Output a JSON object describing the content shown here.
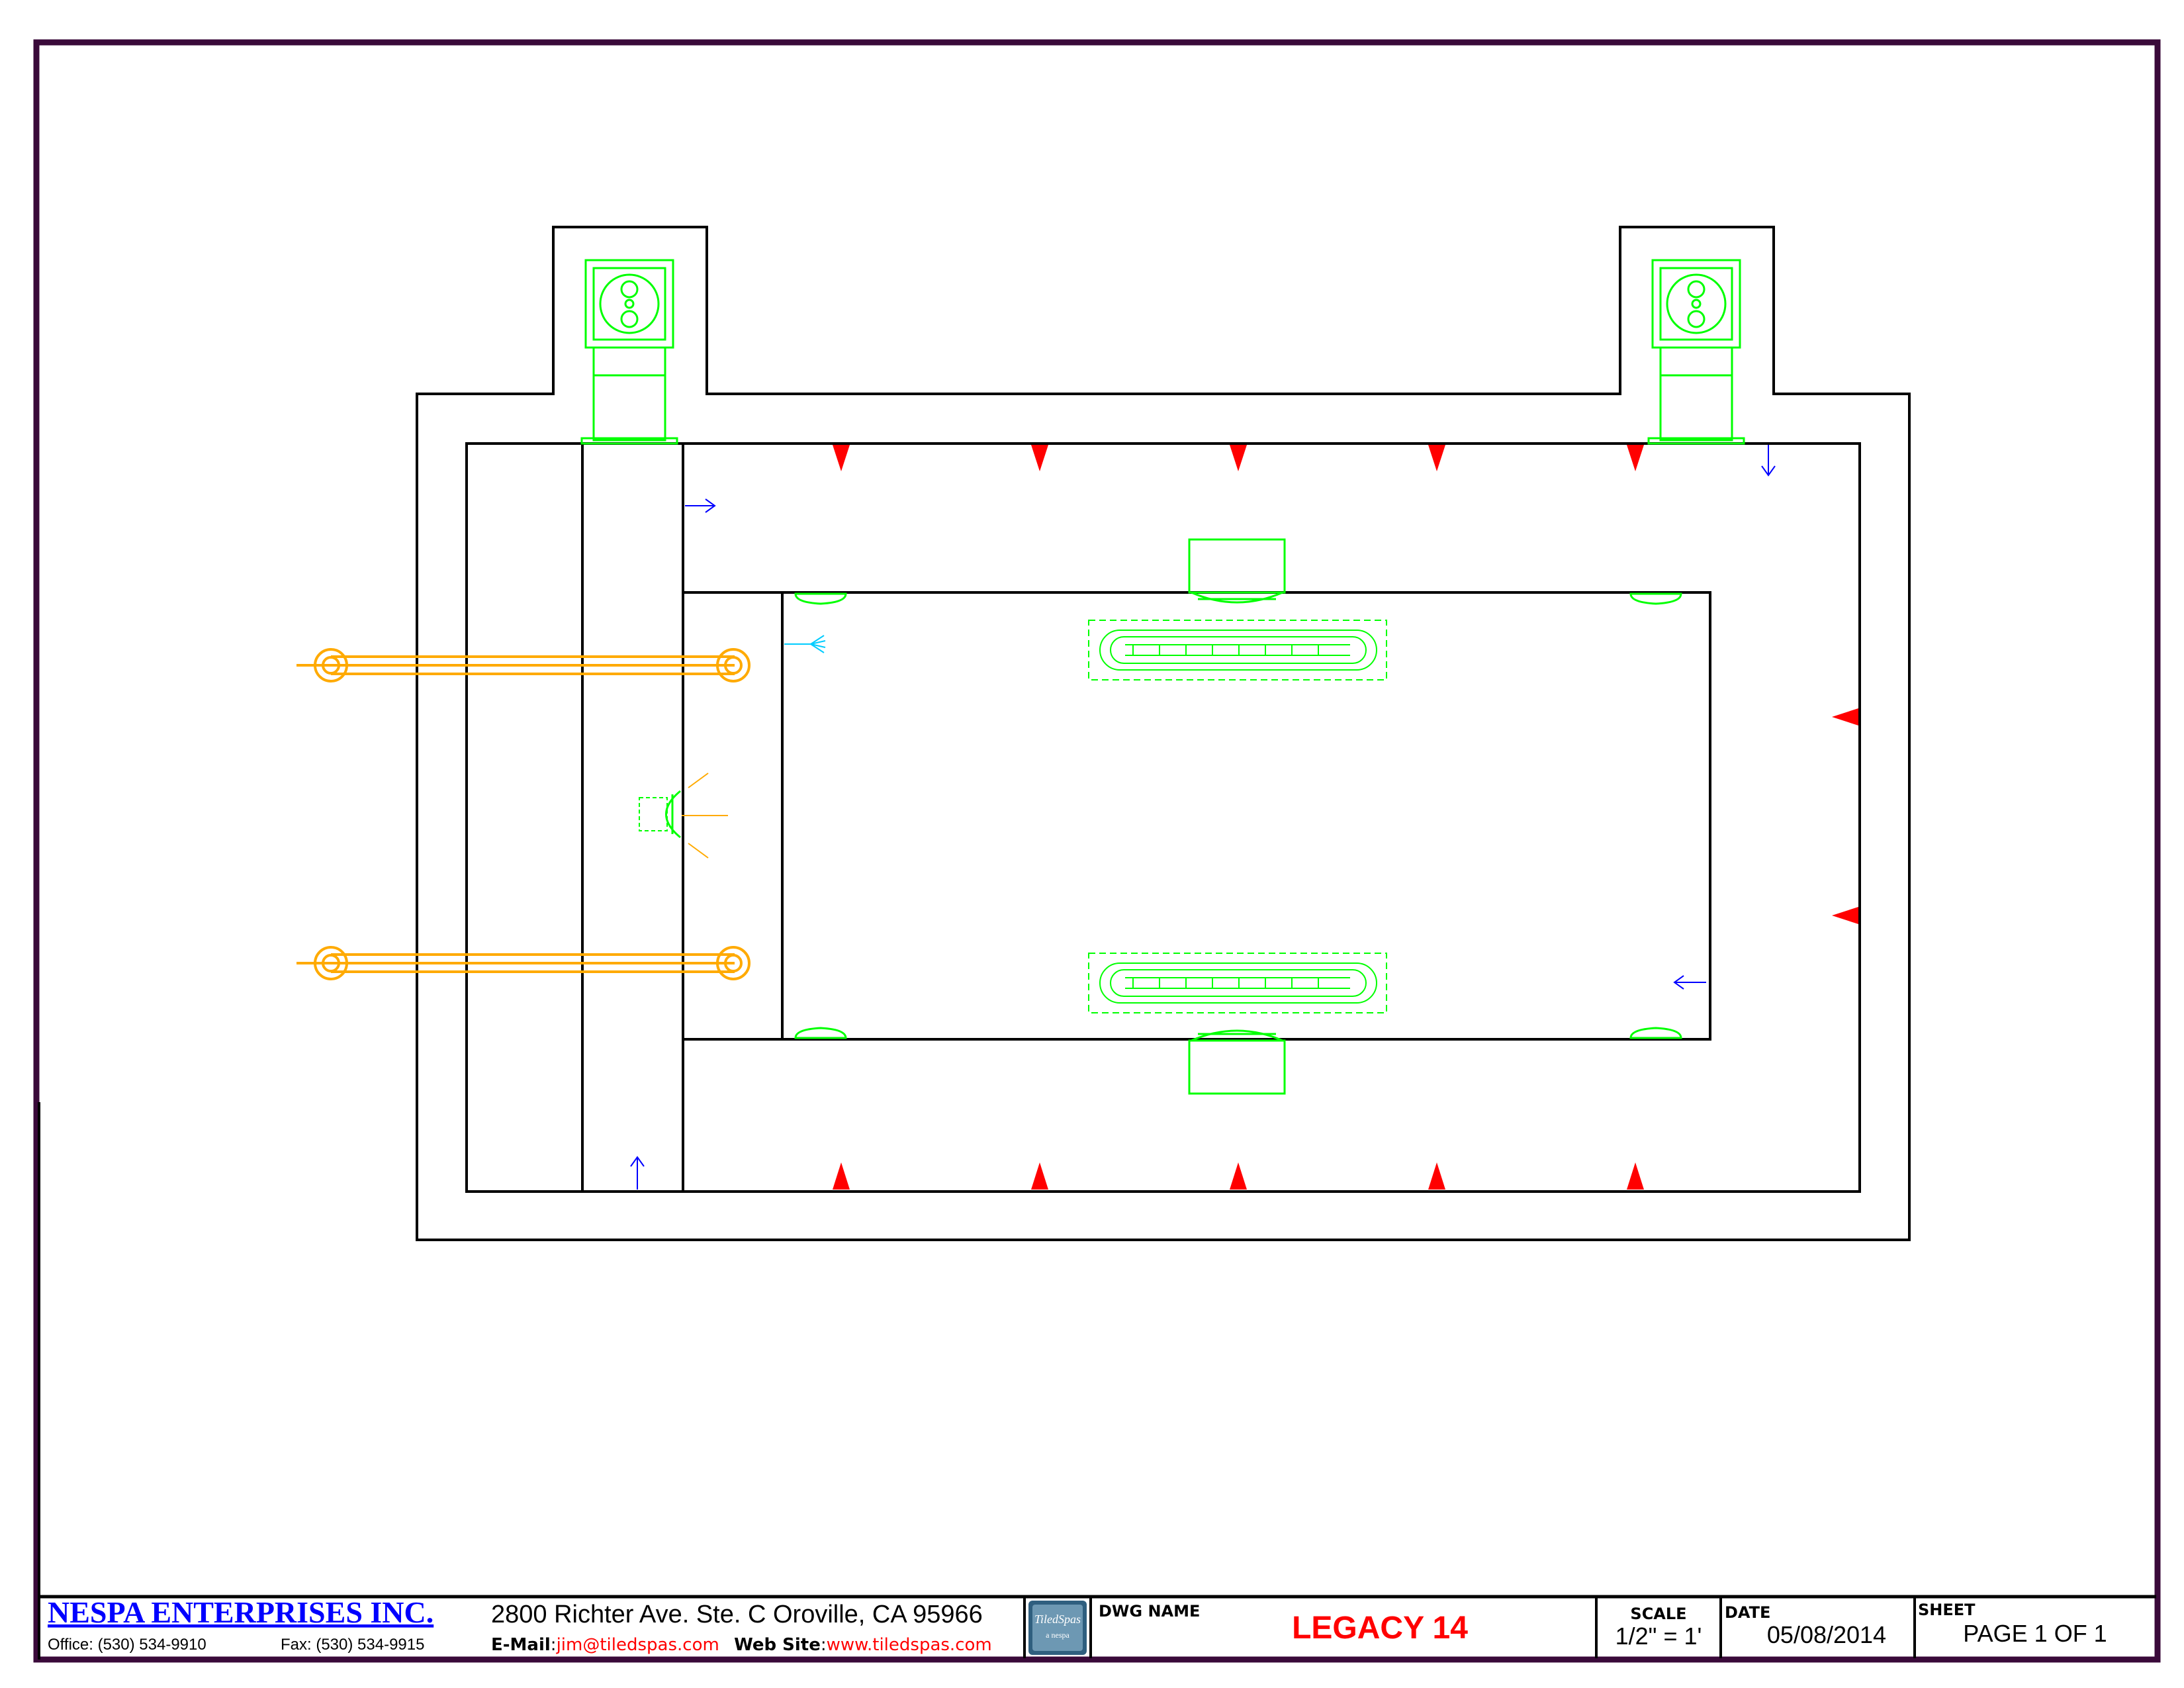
{
  "title_block": {
    "company": "NESPA ENTERPRISES INC.",
    "address": "2800 Richter Ave. Ste. C Oroville, CA 95966",
    "office": "Office: (530) 534-9910",
    "fax": "Fax: (530) 534-9915",
    "email_label": "E-Mail",
    "email_sep": ":",
    "email": "jim@tiledspas.com",
    "web_label": "Web Site",
    "web_sep": ":",
    "web": "www.tiledspas.com",
    "logo_text": "TiledSpas",
    "logo_sub": "a nespa",
    "dwg_name_label": "DWG NAME",
    "dwg_name": "LEGACY 14",
    "scale_label": "SCALE",
    "scale": "1/2\" = 1'",
    "date_label": "DATE",
    "date": "05/08/2014",
    "sheet_label": "SHEET",
    "sheet": "PAGE 1 OF 1"
  },
  "colors": {
    "frame": "#000000",
    "frame_accent": "#3a0a3a",
    "fixture": "#00ff00",
    "jet": "#ff0000",
    "flow": "#0000ff",
    "light": "#ffaa00",
    "return": "#00ccff",
    "company": "#0000ff",
    "dwg_name": "#ff0000",
    "link": "#ff0000"
  },
  "icons": [
    "skimmer-icon",
    "jet-nozzle-icon",
    "flow-arrow-icon",
    "air-bar-icon",
    "light-fixture-icon",
    "suction-grate-icon",
    "return-fitting-icon",
    "logo-icon"
  ]
}
